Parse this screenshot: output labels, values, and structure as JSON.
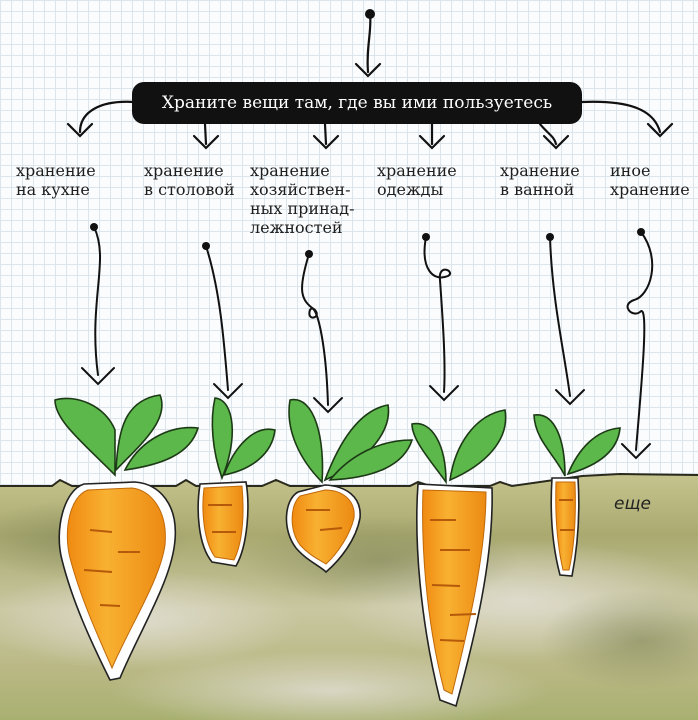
{
  "banner": {
    "text": "Храните вещи там, где вы ими пользуетесь"
  },
  "categories": [
    {
      "line1": "хранение",
      "line2": "на кухне",
      "line3": "",
      "line4": ""
    },
    {
      "line1": "хранение",
      "line2": "в столовой",
      "line3": "",
      "line4": ""
    },
    {
      "line1": "хранение",
      "line2": "хозяйствен-",
      "line3": "ных принад-",
      "line4": "лежностей"
    },
    {
      "line1": "хранение",
      "line2": "одежды",
      "line3": "",
      "line4": ""
    },
    {
      "line1": "хранение",
      "line2": "в ванной",
      "line3": "",
      "line4": ""
    },
    {
      "line1": "иное",
      "line2": "хранение",
      "line3": "",
      "line4": ""
    }
  ],
  "more_label": "еще",
  "colors": {
    "banner_bg": "#111111",
    "carrot": "#f5a020",
    "leaf": "#5cb84a",
    "soil": "#b8b77a"
  }
}
